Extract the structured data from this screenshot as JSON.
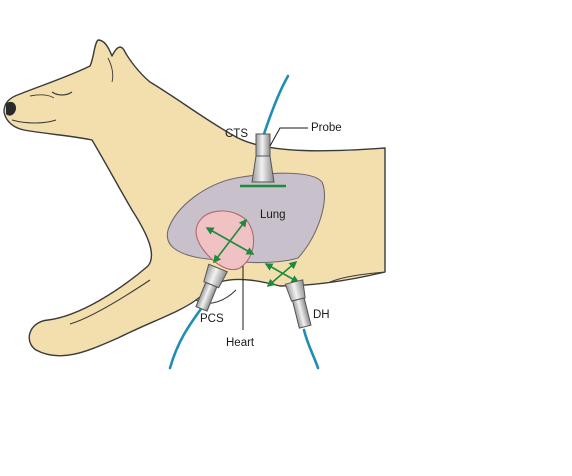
{
  "labels": {
    "probe": "Probe",
    "cts": "CTS",
    "lung": "Lung",
    "pcs": "PCS",
    "heart": "Heart",
    "dh": "DH"
  },
  "colors": {
    "fur": "#f3dfae",
    "outline": "#3a3a3a",
    "lung": "#c6c0cd",
    "heart": "#f0c2c4",
    "cable": "#1e8fb3",
    "arrow": "#1f8a3d",
    "probe_metal": "#d9d9d9"
  }
}
